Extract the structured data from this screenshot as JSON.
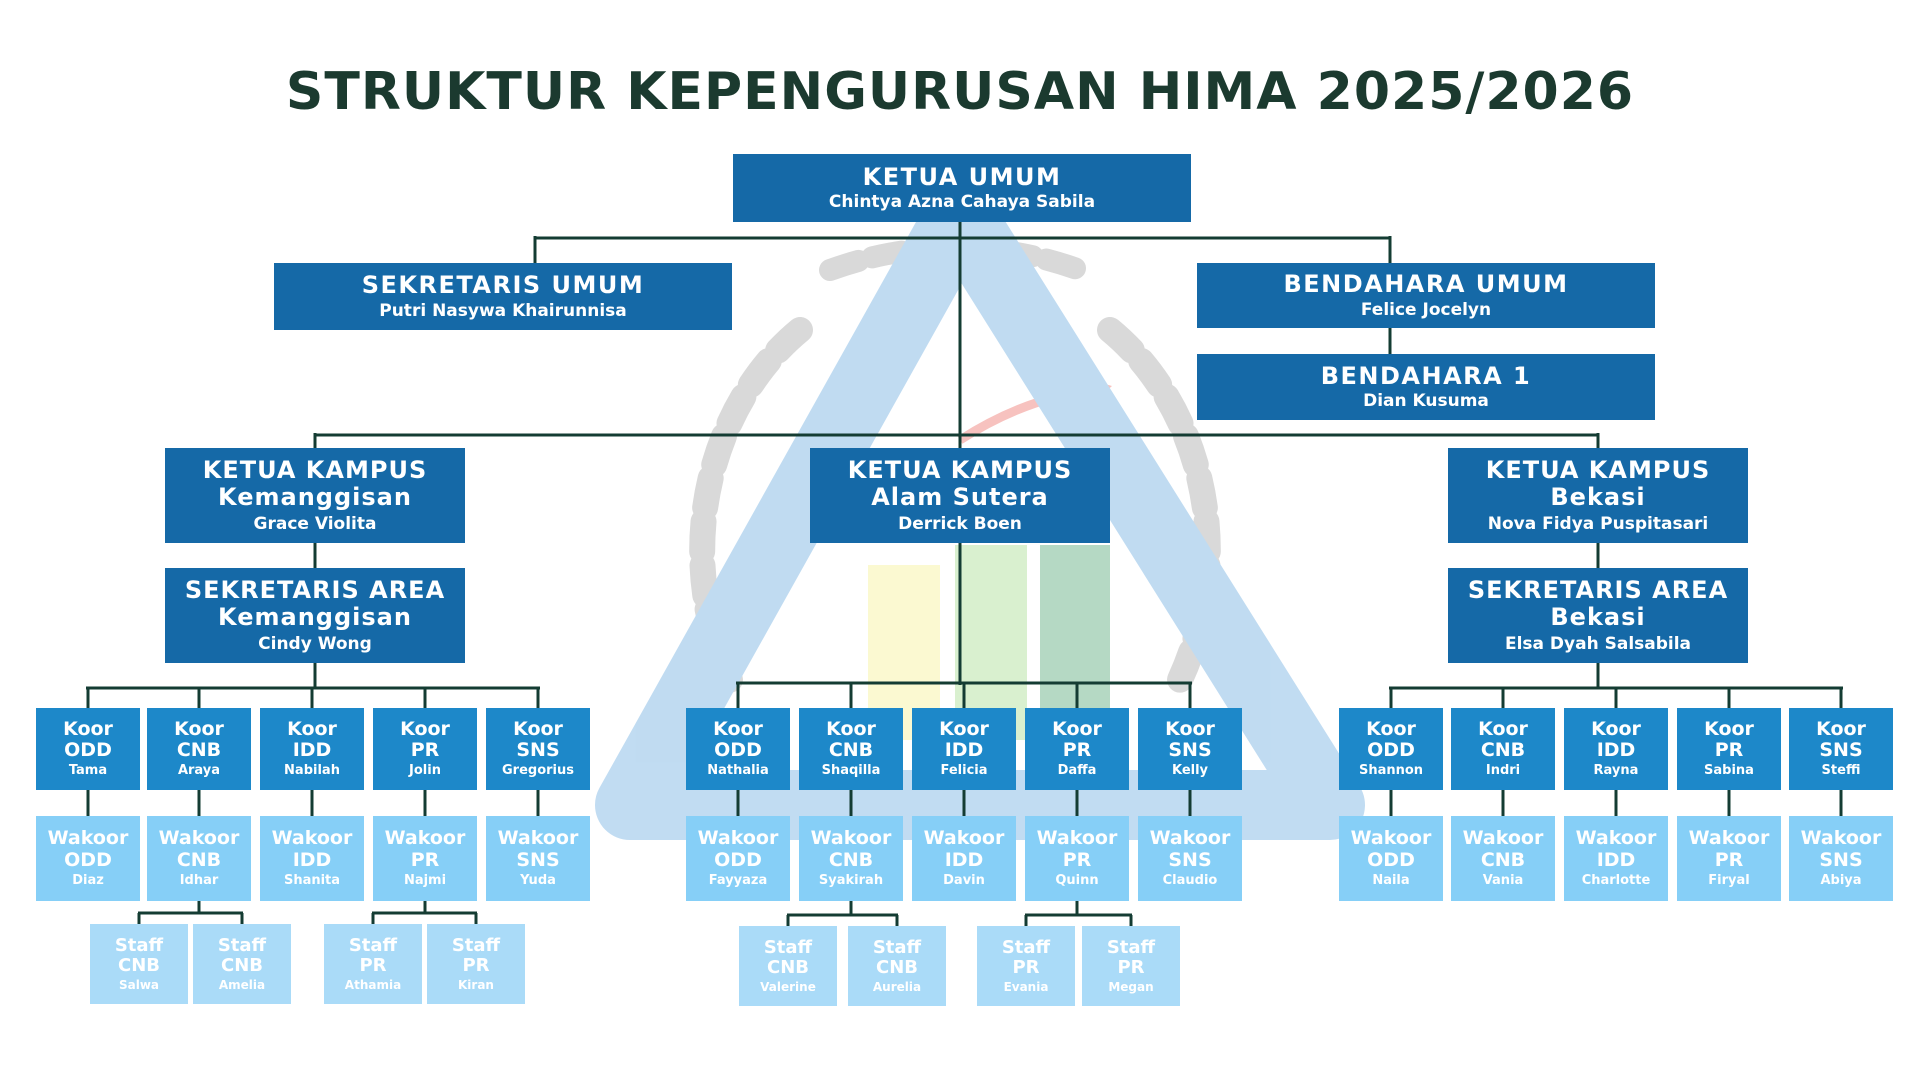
{
  "title": "STRUKTUR KEPENGURUSAN HIMA 2025/2026",
  "colors": {
    "title": "#1b3a2f",
    "level_top": "#1569a7",
    "level_koor": "#1d88c9",
    "level_wakoor": "#86cff7",
    "level_staff": "#aadbf8",
    "connector": "#143c33"
  },
  "top": {
    "ketua_umum": {
      "title": "KETUA UMUM",
      "name": "Chintya Azna Cahaya Sabila"
    },
    "sekretaris_umum": {
      "title": "SEKRETARIS UMUM",
      "name": "Putri Nasywa Khairunnisa"
    },
    "bendahara_umum": {
      "title": "BENDAHARA UMUM",
      "name": "Felice Jocelyn"
    },
    "bendahara_1": {
      "title": "BENDAHARA 1",
      "name": "Dian Kusuma"
    }
  },
  "campuses": [
    {
      "ketua": {
        "title": "KETUA KAMPUS\nKemanggisan",
        "name": "Grace Violita"
      },
      "sekretaris": {
        "title": "SEKRETARIS AREA\nKemanggisan",
        "name": "Cindy Wong"
      },
      "koor": [
        {
          "title": "Koor\nODD",
          "name": "Tama"
        },
        {
          "title": "Koor\nCNB",
          "name": "Araya"
        },
        {
          "title": "Koor\nIDD",
          "name": "Nabilah"
        },
        {
          "title": "Koor\nPR",
          "name": "Jolin"
        },
        {
          "title": "Koor\nSNS",
          "name": "Gregorius"
        }
      ],
      "wakoor": [
        {
          "title": "Wakoor\nODD",
          "name": "Diaz"
        },
        {
          "title": "Wakoor\nCNB",
          "name": "Idhar"
        },
        {
          "title": "Wakoor\nIDD",
          "name": "Shanita"
        },
        {
          "title": "Wakoor\nPR",
          "name": "Najmi"
        },
        {
          "title": "Wakoor\nSNS",
          "name": "Yuda"
        }
      ],
      "staff_groups": [
        {
          "parent": 1,
          "members": [
            {
              "title": "Staff\nCNB",
              "name": "Salwa"
            },
            {
              "title": "Staff\nCNB",
              "name": "Amelia"
            }
          ]
        },
        {
          "parent": 3,
          "members": [
            {
              "title": "Staff\nPR",
              "name": "Athamia"
            },
            {
              "title": "Staff\nPR",
              "name": "Kiran"
            }
          ]
        }
      ]
    },
    {
      "ketua": {
        "title": "KETUA KAMPUS\nAlam Sutera",
        "name": "Derrick Boen"
      },
      "sekretaris": null,
      "koor": [
        {
          "title": "Koor\nODD",
          "name": "Nathalia"
        },
        {
          "title": "Koor\nCNB",
          "name": "Shaqilla"
        },
        {
          "title": "Koor\nIDD",
          "name": "Felicia"
        },
        {
          "title": "Koor\nPR",
          "name": "Daffa"
        },
        {
          "title": "Koor\nSNS",
          "name": "Kelly"
        }
      ],
      "wakoor": [
        {
          "title": "Wakoor\nODD",
          "name": "Fayyaza"
        },
        {
          "title": "Wakoor\nCNB",
          "name": "Syakirah"
        },
        {
          "title": "Wakoor\nIDD",
          "name": "Davin"
        },
        {
          "title": "Wakoor\nPR",
          "name": "Quinn"
        },
        {
          "title": "Wakoor\nSNS",
          "name": "Claudio"
        }
      ],
      "staff_groups": [
        {
          "parent": 1,
          "members": [
            {
              "title": "Staff\nCNB",
              "name": "Valerine"
            },
            {
              "title": "Staff\nCNB",
              "name": "Aurelia"
            }
          ]
        },
        {
          "parent": 3,
          "members": [
            {
              "title": "Staff\nPR",
              "name": "Evania"
            },
            {
              "title": "Staff\nPR",
              "name": "Megan"
            }
          ]
        }
      ]
    },
    {
      "ketua": {
        "title": "KETUA KAMPUS\nBekasi",
        "name": "Nova Fidya Puspitasari"
      },
      "sekretaris": {
        "title": "SEKRETARIS AREA\nBekasi",
        "name": "Elsa Dyah Salsabila"
      },
      "koor": [
        {
          "title": "Koor\nODD",
          "name": "Shannon"
        },
        {
          "title": "Koor\nCNB",
          "name": "Indri"
        },
        {
          "title": "Koor\nIDD",
          "name": "Rayna"
        },
        {
          "title": "Koor\nPR",
          "name": "Sabina"
        },
        {
          "title": "Koor\nSNS",
          "name": "Steffi"
        }
      ],
      "wakoor": [
        {
          "title": "Wakoor\nODD",
          "name": "Naila"
        },
        {
          "title": "Wakoor\nCNB",
          "name": "Vania"
        },
        {
          "title": "Wakoor\nIDD",
          "name": "Charlotte"
        },
        {
          "title": "Wakoor\nPR",
          "name": "Firyal"
        },
        {
          "title": "Wakoor\nSNS",
          "name": "Abiya"
        }
      ],
      "staff_groups": []
    }
  ]
}
